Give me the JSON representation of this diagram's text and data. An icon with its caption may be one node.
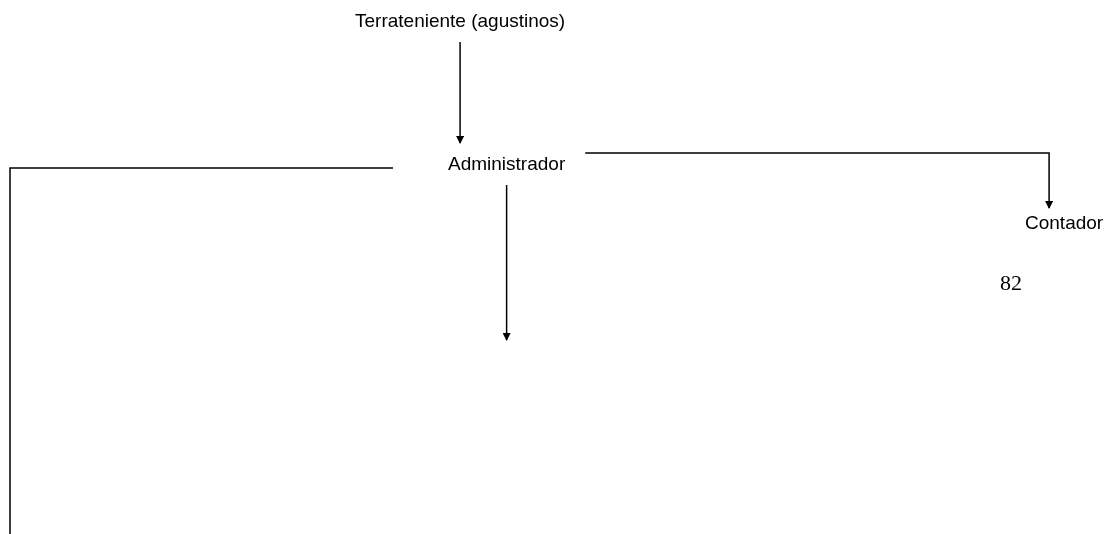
{
  "diagram": {
    "nodes": [
      {
        "text": [
          "Terrateniente (agustinos)"
        ]
      },
      {
        "text": [
          "Administrador"
        ]
      },
      {
        "text": [
          "Contador"
        ]
      }
    ],
    "edges": [
      {
        "from": 0,
        "to": 1,
        "arrow": "to"
      },
      {
        "from": 1,
        "to": 2,
        "arrow": "to"
      },
      {
        "from": 1,
        "to": null,
        "arrow": "to"
      },
      {
        "from": 1,
        "to": null,
        "arrow": "none"
      }
    ],
    "labels": [
      "82"
    ]
  }
}
